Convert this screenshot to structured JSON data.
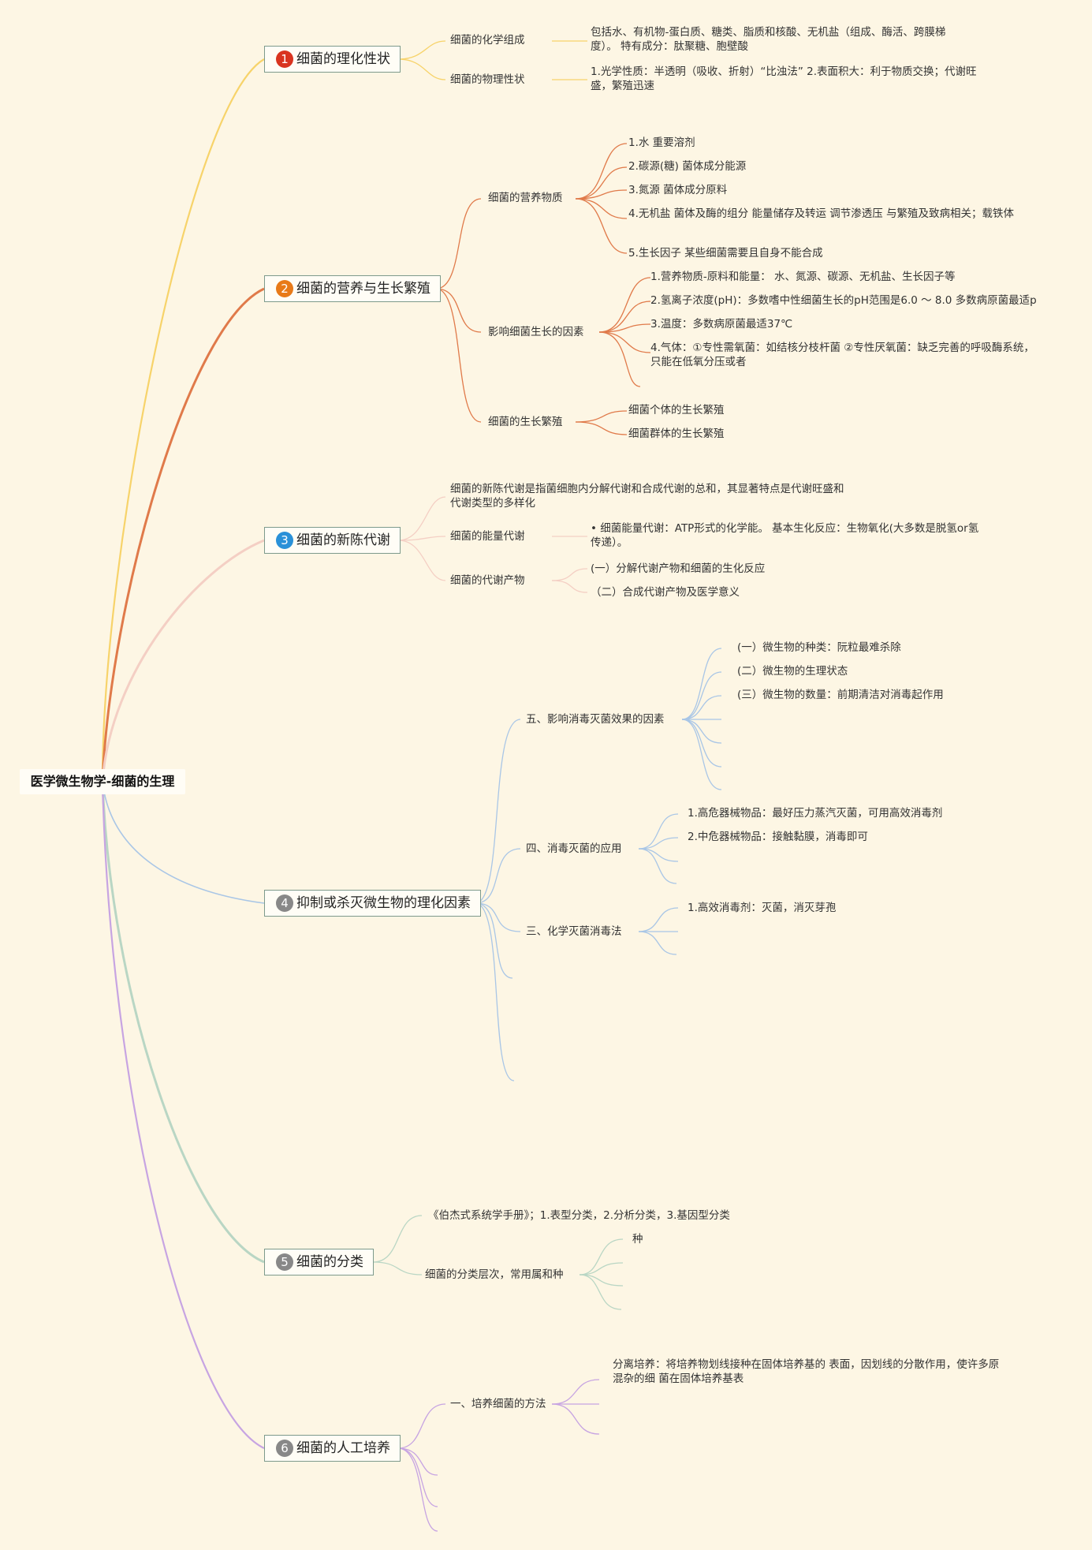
{
  "root": {
    "title": "医学微生物学-细菌的生理"
  },
  "colors": {
    "b1": "#f7d36a",
    "b2": "#e07a4a",
    "b3": "#f4cfc4",
    "b4": "#a9c6e6",
    "b5": "#b9d6c4",
    "b6": "#c7a4e2",
    "num1": "#d9341f",
    "num2": "#e87a18",
    "num3": "#2a91d8",
    "numgray": "#888888"
  },
  "branches": [
    {
      "num": "1",
      "label": "细菌的理化性状",
      "children": [
        {
          "label": "细菌的化学组成",
          "detail": "包括水、有机物-蛋白质、糖类、脂质和核酸、无机盐（组成、酶活、跨膜梯度）。 特有成分：肽聚糖、胞壁酸"
        },
        {
          "label": "细菌的物理性状",
          "detail": "1.光学性质：半透明（吸收、折射）“比浊法” 2.表面积大：利于物质交换；代谢旺盛，繁殖迅速"
        }
      ]
    },
    {
      "num": "2",
      "label": "细菌的营养与生长繁殖",
      "children": [
        {
          "label": "细菌的营养物质",
          "items": [
            "1.水 重要溶剂",
            "2.碳源(糖) 菌体成分能源",
            "3.氮源 菌体成分原料",
            "4.无机盐 菌体及酶的组分 能量储存及转运 调节渗透压 与繁殖及致病相关；载铁体",
            "5.生长因子 某些细菌需要且自身不能合成"
          ]
        },
        {
          "label": "影响细菌生长的因素",
          "items": [
            "1.营养物质-原料和能量： 水、氮源、碳源、无机盐、生长因子等",
            "2.氢离子浓度(pH)：多数嗜中性细菌生长的pH范围是6.0 ～ 8.0 多数病原菌最适p",
            "3.温度：多数病原菌最适37℃",
            "4.气体：①专性需氧菌：如结核分枝杆菌 ②专性厌氧菌：缺乏完善的呼吸酶系统，只能在低氧分压或者"
          ]
        },
        {
          "label": "细菌的生长繁殖",
          "items": [
            "细菌个体的生长繁殖",
            "细菌群体的生长繁殖"
          ]
        }
      ]
    },
    {
      "num": "3",
      "label": "细菌的新陈代谢",
      "children": [
        {
          "label": "细菌的新陈代谢是指菌细胞内分解代谢和合成代谢的总和，其显著特点是代谢旺盛和代谢类型的多样化"
        },
        {
          "label": "细菌的能量代谢",
          "detail": "• 细菌能量代谢：ATP形式的化学能。 基本生化反应：生物氧化(大多数是脱氢or氢传递）。"
        },
        {
          "label": "细菌的代谢产物",
          "items": [
            "(一）分解代谢产物和细菌的生化反应",
            "（二）合成代谢产物及医学意义"
          ]
        }
      ]
    },
    {
      "num": "4",
      "label": "抑制或杀灭微生物的理化因素",
      "children": [
        {
          "label": "五、影响消毒灭菌效果的因素",
          "items": [
            "(一）微生物的种类：阮粒最难杀除",
            "(二）微生物的生理状态",
            "(三）微生物的数量：前期清洁对消毒起作用"
          ]
        },
        {
          "label": "四、消毒灭菌的应用",
          "items": [
            "1.高危器械物品：最好压力蒸汽灭菌，可用高效消毒剂",
            "2.中危器械物品：接触黏膜，消毒即可"
          ]
        },
        {
          "label": "三、化学灭菌消毒法",
          "items": [
            "1.高效消毒剂：灭菌，消灭芽孢"
          ]
        }
      ]
    },
    {
      "num": "5",
      "label": "细菌的分类",
      "children": [
        {
          "label": "《伯杰式系统学手册》；1.表型分类，2.分析分类，3.基因型分类"
        },
        {
          "label": "细菌的分类层次，常用属和种",
          "items": [
            "种"
          ]
        }
      ]
    },
    {
      "num": "6",
      "label": "细菌的人工培养",
      "children": [
        {
          "label": "一、培养细菌的方法",
          "detail": "分离培养：将培养物划线接种在固体培养基的 表面，因划线的分散作用，使许多原混杂的细 菌在固体培养基表"
        }
      ]
    }
  ]
}
